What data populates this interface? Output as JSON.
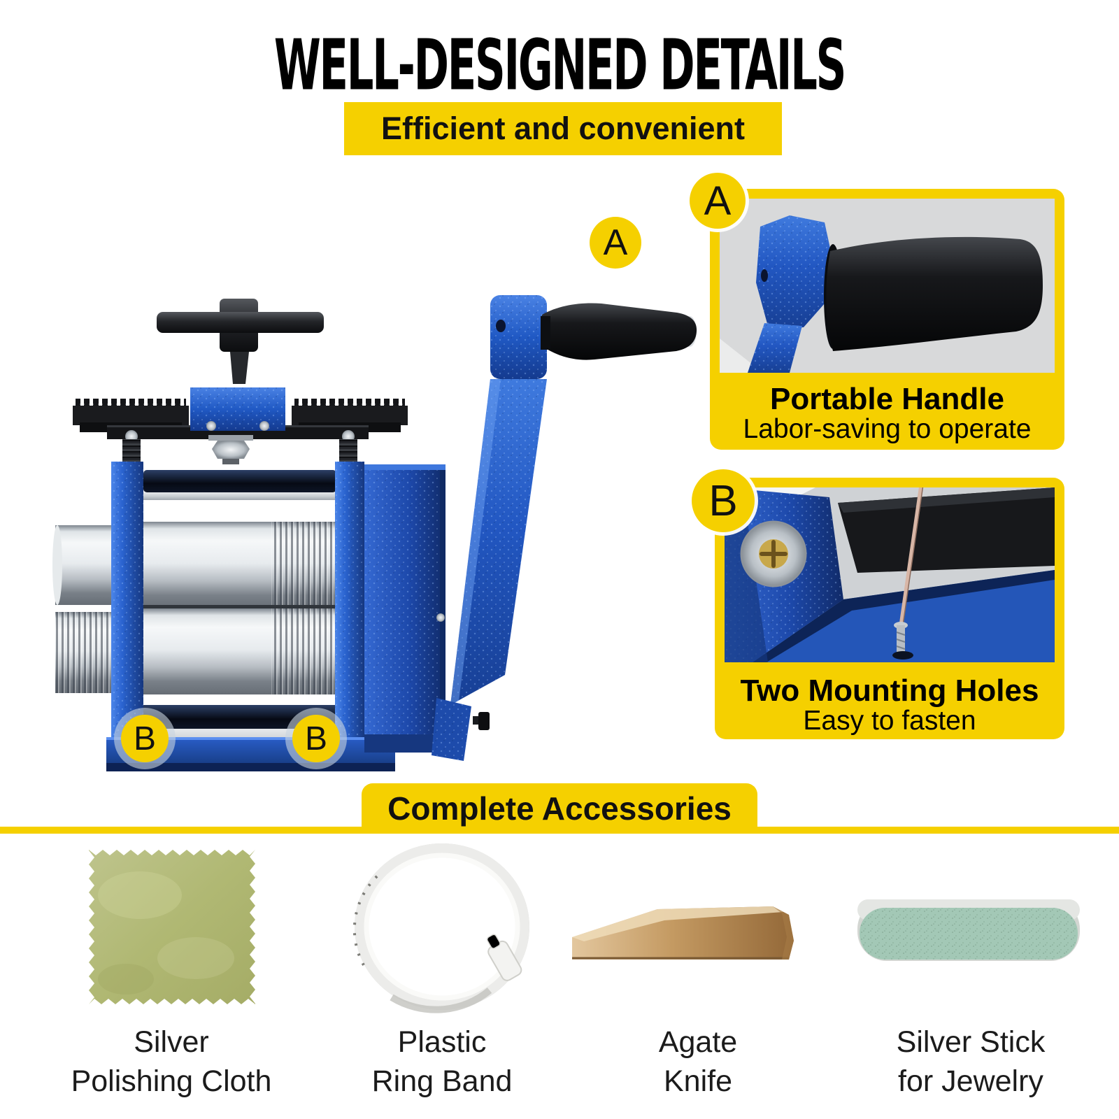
{
  "title": "WELL-DESIGNED DETAILS",
  "top_banner": {
    "text": "Efficient and convenient"
  },
  "machine": {
    "description": "blue manual jewelry rolling mill with crank handle",
    "markers": {
      "a": "A",
      "b_left": "B",
      "b_right": "B"
    }
  },
  "callouts": {
    "a": {
      "marker": "A",
      "title": "Portable Handle",
      "subtitle": "Labor-saving to operate"
    },
    "b": {
      "marker": "B",
      "title": "Two Mounting Holes",
      "subtitle": "Easy to fasten"
    }
  },
  "accessories_section": {
    "banner": "Complete Accessories",
    "items": [
      {
        "icon": "silver-polishing-cloth-icon",
        "line1": "Silver",
        "line2": "Polishing Cloth"
      },
      {
        "icon": "plastic-ring-band-icon",
        "line1": "Plastic",
        "line2": "Ring Band"
      },
      {
        "icon": "agate-knife-icon",
        "line1": "Agate",
        "line2": "Knife"
      },
      {
        "icon": "silver-stick-icon",
        "line1": "Silver Stick",
        "line2": "for Jewelry"
      }
    ]
  },
  "colors": {
    "accent_yellow": "#F5D000",
    "machine_blue": "#2257C2",
    "machine_blue_dark": "#143478",
    "metal_silver": "#C7CCD1",
    "handle_black": "#17181B",
    "cloth_green": "#B3BA77",
    "ring_white": "#EDEDEB",
    "knife_tan": "#C49A62",
    "stick_green": "#A3C8B6",
    "text_black": "#111111"
  }
}
